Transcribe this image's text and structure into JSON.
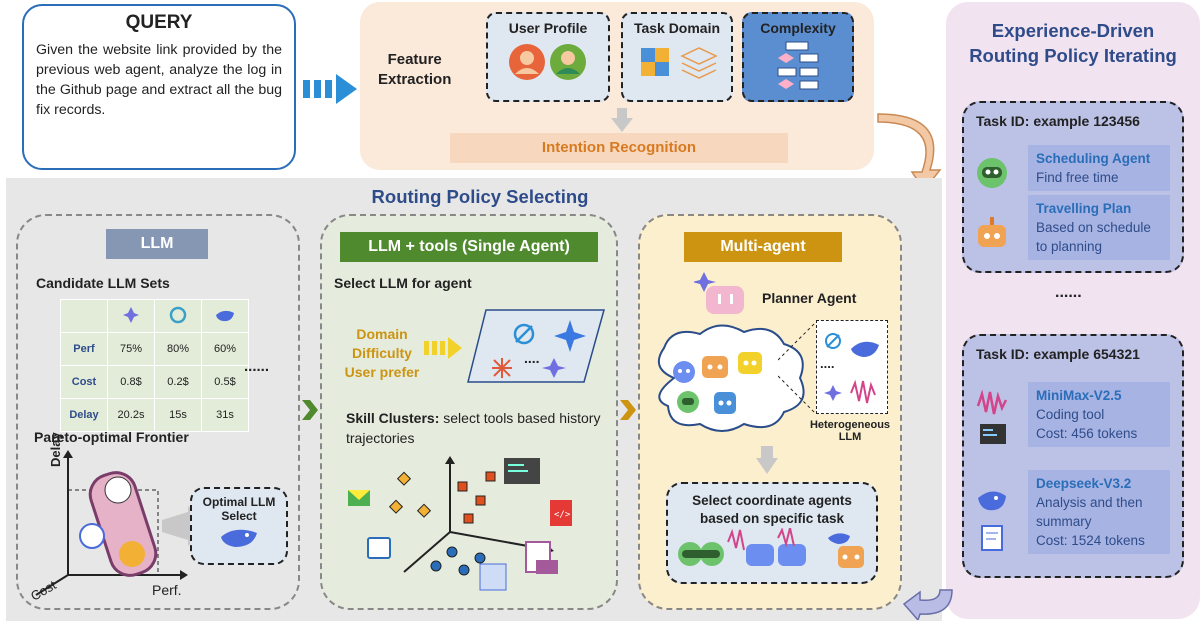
{
  "query": {
    "title": "QUERY",
    "text": "Given the website link provided by the previous web agent, analyze the log in the Github page and extract all the bug fix records."
  },
  "feature": {
    "label_line1": "Feature",
    "label_line2": "Extraction",
    "user_profile": "User Profile",
    "task_domain": "Task Domain",
    "complexity": "Complexity",
    "intention": "Intention Recognition"
  },
  "routing": {
    "title": "Routing Policy Selecting"
  },
  "llm": {
    "title": "LLM",
    "candidate": "Candidate LLM Sets",
    "rows": [
      {
        "label": "Perf",
        "values": [
          "75%",
          "80%",
          "60%"
        ]
      },
      {
        "label": "Cost",
        "values": [
          "0.8$",
          "0.2$",
          "0.5$"
        ]
      },
      {
        "label": "Delay",
        "values": [
          "20.2s",
          "15s",
          "31s"
        ]
      }
    ],
    "ellipsis": "......",
    "pareto": "Pareto-optimal Frontier",
    "axis_delay": "Delay",
    "axis_cost": "Cost",
    "axis_perf": "Perf.",
    "optimal_line1": "Optimal LLM",
    "optimal_line2": "Select"
  },
  "single": {
    "title": "LLM + tools (Single Agent)",
    "select": "Select LLM for agent",
    "domain": "Domain",
    "difficulty": "Difficulty",
    "prefer": "User prefer",
    "dots": "....",
    "skill_bold": "Skill Clusters:",
    "skill_rest": " select tools based history trajectories"
  },
  "multi": {
    "title": "Multi-agent",
    "planner": "Planner Agent",
    "dots": "....",
    "hetero_line1": "Heterogeneous",
    "hetero_line2": "LLM",
    "coord_line1": "Select coordinate agents",
    "coord_line2": "based on specific task"
  },
  "right": {
    "title_line1": "Experience-Driven",
    "title_line2": "Routing Policy Iterating",
    "task1": {
      "id": "Task ID: example 123456",
      "a_name": "Scheduling Agent",
      "a_desc": "Find free time",
      "b_name": "Travelling Plan",
      "b_desc1": "Based on schedule",
      "b_desc2": "to planning"
    },
    "ellipsis": "......",
    "task2": {
      "id": "Task ID: example 654321",
      "a_name": "MiniMax-V2.5",
      "a_desc1": "Coding tool",
      "a_desc2": "Cost: 456 tokens",
      "b_name": "Deepseek-V3.2",
      "b_desc1": "Analysis and then",
      "b_desc2": "summary",
      "b_desc3": "Cost: 1524 tokens"
    }
  },
  "colors": {
    "blue": "#2a6db8",
    "navy": "#2f4c8a",
    "llm_title": "#8597b2",
    "single_title": "#4f8a2e",
    "multi_title": "#cc9410",
    "orange": "#d77a20"
  }
}
